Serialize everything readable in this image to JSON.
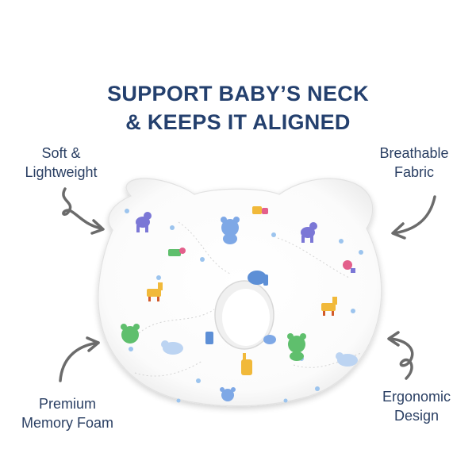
{
  "headline": {
    "line1": "SUPPORT BABY’S NECK",
    "line2": "& KEEPS IT ALIGNED"
  },
  "features": {
    "soft": {
      "line1": "Soft &",
      "line2": "Lightweight"
    },
    "breathable": {
      "line1": "Breathable",
      "line2": "Fabric"
    },
    "premium": {
      "line1": "Premium",
      "line2": "Memory Foam"
    },
    "ergonomic": {
      "line1": "Ergonomic",
      "line2": "Design"
    }
  },
  "colors": {
    "headline": "#24406e",
    "label": "#2a3f63",
    "arrow": "#6b6b6b",
    "pillow": "#ffffff",
    "dots": "#9cc4ee"
  },
  "icons": [
    "curly-arrow-icon",
    "baby-pillow-image"
  ]
}
